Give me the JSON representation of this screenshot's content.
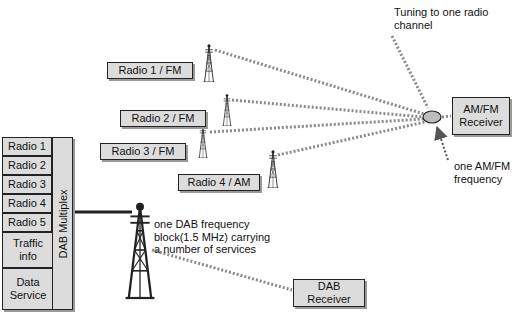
{
  "diagram": {
    "nodes": [
      {
        "text": [
          "Radio 1 / FM"
        ]
      },
      {
        "text": [
          "Radio 2 / FM"
        ]
      },
      {
        "text": [
          "Radio 3 / FM"
        ]
      },
      {
        "text": [
          "Radio 4 / AM"
        ]
      },
      {
        "text": [
          "AM/FM Receiver"
        ]
      },
      {
        "text": [
          "Radio 1"
        ]
      },
      {
        "text": [
          "Radio 2"
        ]
      },
      {
        "text": [
          "Radio 3"
        ]
      },
      {
        "text": [
          "Radio 4"
        ]
      },
      {
        "text": [
          "Radio 5"
        ]
      },
      {
        "text": [
          "Traffic info"
        ]
      },
      {
        "text": [
          "Data Service"
        ]
      },
      {
        "text": [
          "DAB Multiplex"
        ]
      },
      {
        "text": [
          "DAB Receiver"
        ]
      }
    ],
    "labels": [
      "Tuning to one radio channel",
      "one AM/FM frequency",
      "one DAB frequency block(1.5 MHz) carrying a number of services"
    ]
  }
}
